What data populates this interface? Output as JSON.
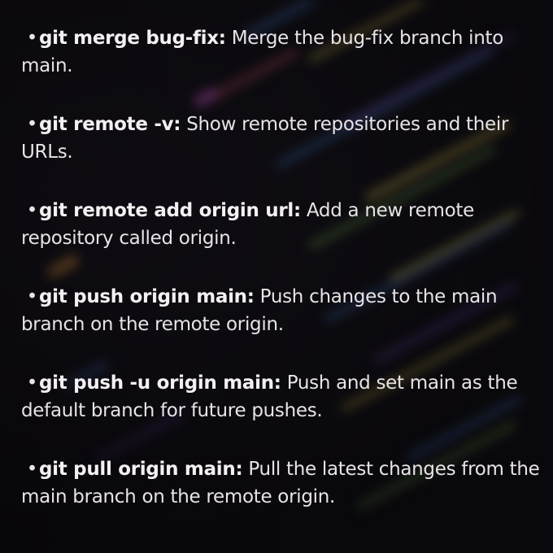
{
  "background": {
    "description_colors": [
      "#5b3a8c",
      "#3f6bb0",
      "#c9b24a",
      "#b8485c",
      "#6c9c4b",
      "#d08a3a"
    ]
  },
  "items": [
    {
      "bullet": "•",
      "command": "git merge bug-fix:",
      "description": " Merge the bug-fix branch into main."
    },
    {
      "bullet": "•",
      "command": "git remote -v:",
      "description": " Show remote repositories and their URLs."
    },
    {
      "bullet": "•",
      "command": "git remote add origin url:",
      "description": " Add a new remote repository called origin."
    },
    {
      "bullet": "•",
      "command": "git push origin main:",
      "description": " Push changes to the main branch on the remote origin."
    },
    {
      "bullet": "•",
      "command": "git push -u origin main:",
      "description": " Push and set main as the default branch for future pushes."
    },
    {
      "bullet": "•",
      "command": "git pull origin main:",
      "description": " Pull the latest changes from the main branch on the remote origin."
    }
  ]
}
